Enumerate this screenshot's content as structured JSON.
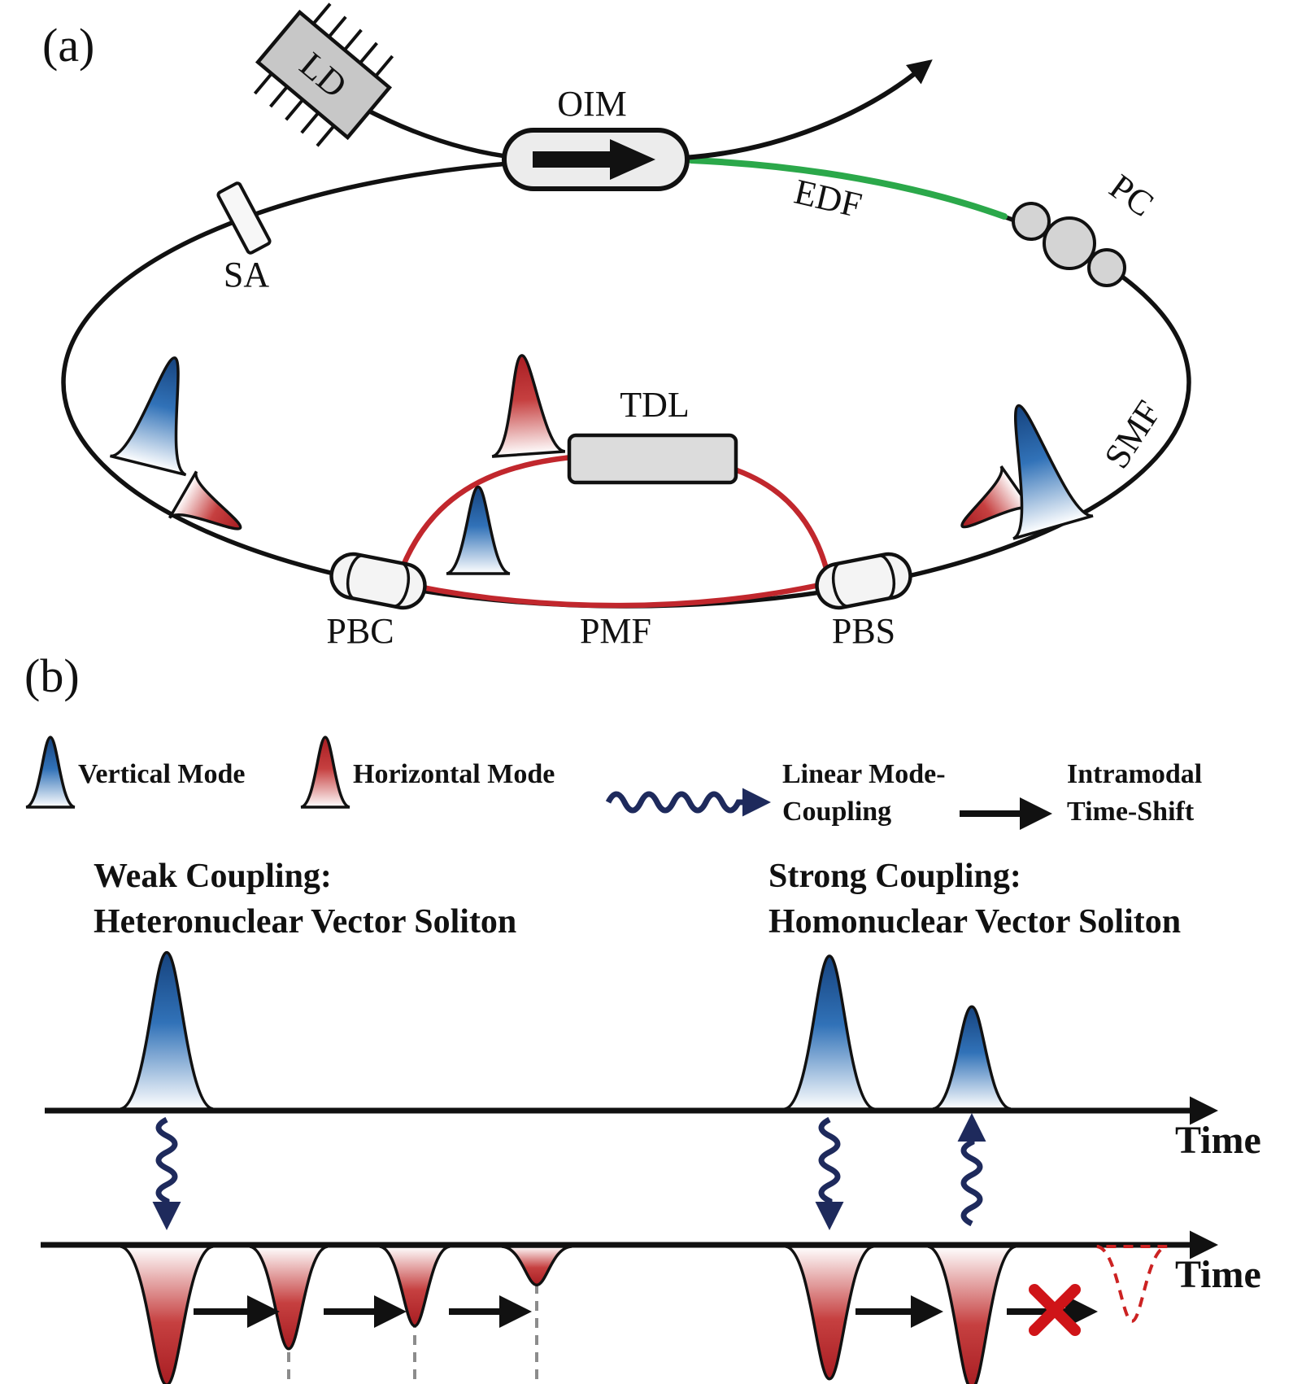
{
  "figure": {
    "panel_a": {
      "label": "(a)",
      "labels": {
        "ld": "LD",
        "oim": "OIM",
        "edf": "EDF",
        "pc": "PC",
        "sa": "SA",
        "smf": "SMF",
        "tdl": "TDL",
        "pbc": "PBC",
        "pbs": "PBS",
        "pmf": "PMF"
      }
    },
    "panel_b": {
      "label": "(b)",
      "legend": {
        "vertical_mode": "Vertical Mode",
        "horizontal_mode": "Horizontal Mode",
        "coupling_line1": "Linear Mode-",
        "coupling_line2": "Coupling",
        "timeshift_line1": "Intramodal",
        "timeshift_line2": "Time-Shift"
      },
      "weak_heading_line1": "Weak Coupling:",
      "weak_heading_line2": "Heteronuclear Vector Soliton",
      "strong_heading_line1": "Strong Coupling:",
      "strong_heading_line2": "Homonuclear Vector Soliton",
      "axis_top_label": "Time",
      "axis_bottom_label": "Time"
    },
    "colors": {
      "vertical_mode_blue": "#16437e",
      "horizontal_mode_red": "#a81d22",
      "edf_green": "#2ba84a",
      "coupling_navy": "#1e2a5c",
      "forbidden_red": "#cf1418"
    }
  }
}
